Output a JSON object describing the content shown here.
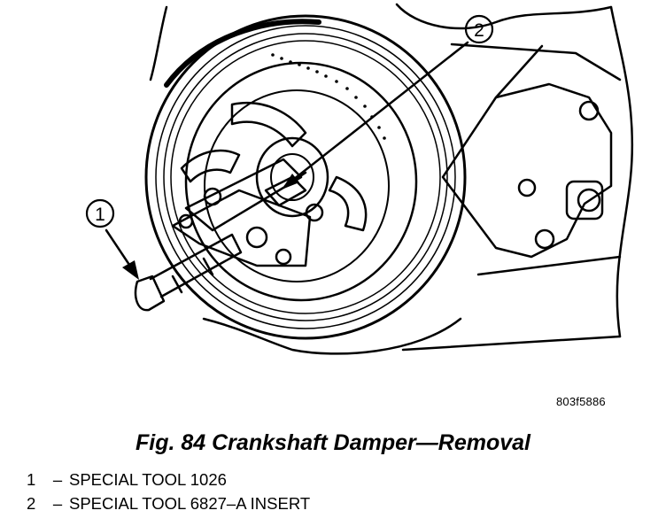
{
  "figure": {
    "id_code": "803f5886",
    "caption": "Fig. 84 Crankshaft Damper—Removal",
    "callouts": [
      {
        "number": "1"
      },
      {
        "number": "2"
      }
    ],
    "legend": [
      {
        "number": "1",
        "dash": "–",
        "text": "SPECIAL TOOL 1026"
      },
      {
        "number": "2",
        "dash": "–",
        "text": "SPECIAL TOOL 6827–A INSERT"
      }
    ]
  }
}
